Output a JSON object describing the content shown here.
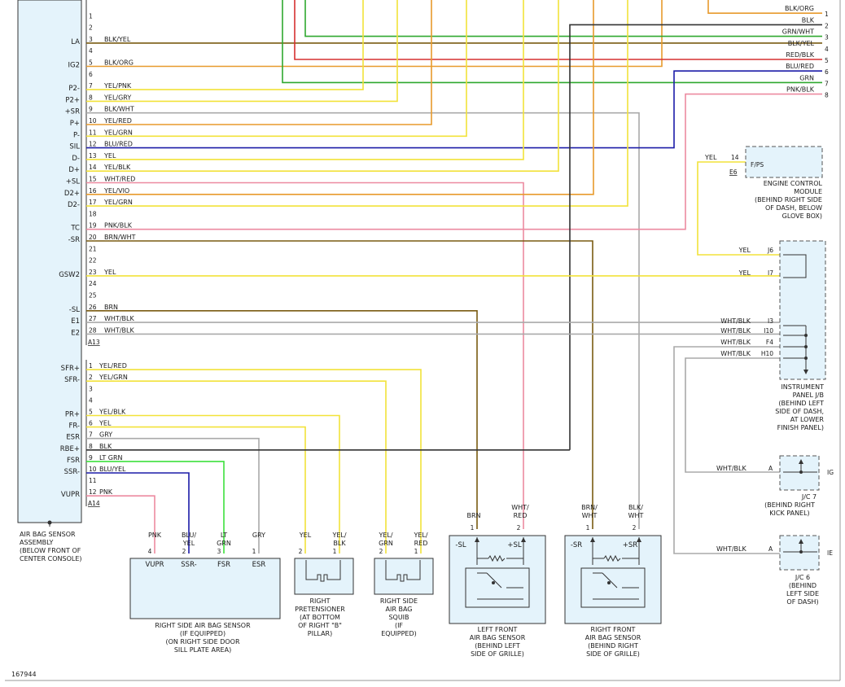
{
  "colors": {
    "BLK": "#333333",
    "GRN": "#2fa82f",
    "RED": "#d63030",
    "ORG": "#e89a2c",
    "YEL": "#f2e23a",
    "GRY": "#aaaaaa",
    "PNK": "#ec8aa0",
    "BLU": "#1c1ca8",
    "BRN": "#7a5b12",
    "WHT": "#c9c9c9",
    "VIO": "#a050c8",
    "LTGRN": "#3ee03e",
    "box_fill": "#e4f3fb",
    "frame": "#999999"
  },
  "diagram_number": "167944",
  "main_module": {
    "caption": [
      "AIR BAG SENSOR",
      "ASSEMBLY",
      "(BELOW FRONT OF",
      "CENTER CONSOLE)"
    ],
    "connector_a": "A13",
    "connector_b": "A14",
    "pins_a": [
      {
        "n": "1",
        "sig": "",
        "wire": ""
      },
      {
        "n": "2",
        "sig": "",
        "wire": ""
      },
      {
        "n": "3",
        "sig": "LA",
        "wire": "BLK/YEL"
      },
      {
        "n": "4",
        "sig": "",
        "wire": ""
      },
      {
        "n": "5",
        "sig": "IG2",
        "wire": "BLK/ORG"
      },
      {
        "n": "6",
        "sig": "",
        "wire": ""
      },
      {
        "n": "7",
        "sig": "P2-",
        "wire": "YEL/PNK"
      },
      {
        "n": "8",
        "sig": "P2+",
        "wire": "YEL/GRY"
      },
      {
        "n": "9",
        "sig": "+SR",
        "wire": "BLK/WHT"
      },
      {
        "n": "10",
        "sig": "P+",
        "wire": "YEL/RED"
      },
      {
        "n": "11",
        "sig": "P-",
        "wire": "YEL/GRN"
      },
      {
        "n": "12",
        "sig": "SIL",
        "wire": "BLU/RED"
      },
      {
        "n": "13",
        "sig": "D-",
        "wire": "YEL"
      },
      {
        "n": "14",
        "sig": "D+",
        "wire": "YEL/BLK"
      },
      {
        "n": "15",
        "sig": "+SL",
        "wire": "WHT/RED"
      },
      {
        "n": "16",
        "sig": "D2+",
        "wire": "YEL/VIO"
      },
      {
        "n": "17",
        "sig": "D2-",
        "wire": "YEL/GRN"
      },
      {
        "n": "18",
        "sig": "",
        "wire": ""
      },
      {
        "n": "19",
        "sig": "TC",
        "wire": "PNK/BLK"
      },
      {
        "n": "20",
        "sig": "-SR",
        "wire": "BRN/WHT"
      },
      {
        "n": "21",
        "sig": "",
        "wire": ""
      },
      {
        "n": "22",
        "sig": "",
        "wire": ""
      },
      {
        "n": "23",
        "sig": "GSW2",
        "wire": "YEL"
      },
      {
        "n": "24",
        "sig": "",
        "wire": ""
      },
      {
        "n": "25",
        "sig": "",
        "wire": ""
      },
      {
        "n": "26",
        "sig": "-SL",
        "wire": "BRN"
      },
      {
        "n": "27",
        "sig": "E1",
        "wire": "WHT/BLK"
      },
      {
        "n": "28",
        "sig": "E2",
        "wire": "WHT/BLK"
      }
    ],
    "pins_b": [
      {
        "n": "1",
        "sig": "SFR+",
        "wire": "YEL/RED"
      },
      {
        "n": "2",
        "sig": "SFR-",
        "wire": "YEL/GRN"
      },
      {
        "n": "3",
        "sig": "",
        "wire": ""
      },
      {
        "n": "4",
        "sig": "",
        "wire": ""
      },
      {
        "n": "5",
        "sig": "PR+",
        "wire": "YEL/BLK"
      },
      {
        "n": "6",
        "sig": "FR-",
        "wire": "YEL"
      },
      {
        "n": "7",
        "sig": "ESR",
        "wire": "GRY"
      },
      {
        "n": "8",
        "sig": "RBE+",
        "wire": "BLK"
      },
      {
        "n": "9",
        "sig": "FSR",
        "wire": "LT GRN"
      },
      {
        "n": "10",
        "sig": "SSR-",
        "wire": "BLU/YEL"
      },
      {
        "n": "11",
        "sig": "",
        "wire": ""
      },
      {
        "n": "12",
        "sig": "VUPR",
        "wire": "PNK"
      }
    ]
  },
  "right_connector": {
    "pins": [
      {
        "n": "1",
        "wire": "BLK/ORG"
      },
      {
        "n": "2",
        "wire": "BLK"
      },
      {
        "n": "3",
        "wire": "GRN/WHT"
      },
      {
        "n": "4",
        "wire": "BLK/YEL"
      },
      {
        "n": "5",
        "wire": "RED/BLK"
      },
      {
        "n": "6",
        "wire": "BLU/RED"
      },
      {
        "n": "7",
        "wire": "GRN"
      },
      {
        "n": "8",
        "wire": "PNK/BLK"
      }
    ]
  },
  "ecm": {
    "wire": "YEL",
    "pin": "14",
    "sig": "F/PS",
    "connector": "E6",
    "caption": [
      "ENGINE CONTROL",
      "MODULE",
      "(BEHIND RIGHT SIDE",
      "OF DASH, BELOW",
      "GLOVE BOX)"
    ]
  },
  "ipjb": {
    "pins": [
      {
        "n": "J6",
        "wire": "YEL"
      },
      {
        "n": "I7",
        "wire": "YEL"
      },
      {
        "n": "I3",
        "wire": "WHT/BLK"
      },
      {
        "n": "I10",
        "wire": "WHT/BLK"
      },
      {
        "n": "F4",
        "wire": "WHT/BLK"
      },
      {
        "n": "H10",
        "wire": "WHT/BLK"
      }
    ],
    "caption": [
      "INSTRUMENT",
      "PANEL J/B",
      "(BEHIND LEFT",
      "SIDE OF DASH,",
      "AT LOWER",
      "FINISH PANEL)"
    ]
  },
  "jc7": {
    "wire": "WHT/BLK",
    "pin": "A",
    "side": "IG",
    "caption": [
      "J/C 7",
      "(BEHIND RIGHT",
      "KICK PANEL)"
    ]
  },
  "jc6": {
    "wire": "WHT/BLK",
    "pin": "A",
    "side": "IE",
    "caption": [
      "J/C 6",
      "(BEHIND",
      "LEFT SIDE",
      "OF DASH)"
    ]
  },
  "rs_sensor": {
    "wire_labels": [
      [
        "PNK"
      ],
      [
        "BLU/",
        "YEL"
      ],
      [
        "LT",
        "GRN"
      ],
      [
        "GRY"
      ]
    ],
    "pin_nums": [
      "4",
      "2",
      "3",
      "1"
    ],
    "pin_names": [
      "VUPR",
      "SSR-",
      "FSR",
      "ESR"
    ],
    "caption": [
      "RIGHT SIDE AIR BAG SENSOR",
      "(IF EQUIPPED)",
      "(ON RIGHT SIDE DOOR",
      "SILL PLATE AREA)"
    ]
  },
  "pretensioner": {
    "wire_labels": [
      [
        "YEL"
      ],
      [
        "YEL/",
        "BLK"
      ]
    ],
    "pin_nums": [
      "2",
      "1"
    ],
    "caption": [
      "RIGHT",
      "PRETENSIONER",
      "(AT BOTTOM",
      "OF RIGHT \"B\"",
      "PILLAR)"
    ]
  },
  "squib": {
    "wire_labels": [
      [
        "YEL/",
        "GRN"
      ],
      [
        "YEL/",
        "RED"
      ]
    ],
    "pin_nums": [
      "2",
      "1"
    ],
    "caption": [
      "RIGHT SIDE",
      "AIR BAG",
      "SQUIB",
      "(IF",
      "EQUIPPED)"
    ]
  },
  "lf_sensor": {
    "wire_labels": [
      [
        "BRN"
      ],
      [
        "WHT/",
        "RED"
      ]
    ],
    "pin_nums": [
      "1",
      "2"
    ],
    "pin_names": [
      "-SL",
      "+SL"
    ],
    "caption": [
      "LEFT FRONT",
      "AIR BAG SENSOR",
      "(BEHIND LEFT",
      "SIDE OF GRILLE)"
    ]
  },
  "rf_sensor": {
    "wire_labels": [
      [
        "BRN/",
        "WHT"
      ],
      [
        "BLK/",
        "WHT"
      ]
    ],
    "pin_nums": [
      "1",
      "2"
    ],
    "pin_names": [
      "-SR",
      "+SR"
    ],
    "caption": [
      "RIGHT FRONT",
      "AIR BAG SENSOR",
      "(BEHIND RIGHT",
      "SIDE OF GRILLE)"
    ]
  }
}
